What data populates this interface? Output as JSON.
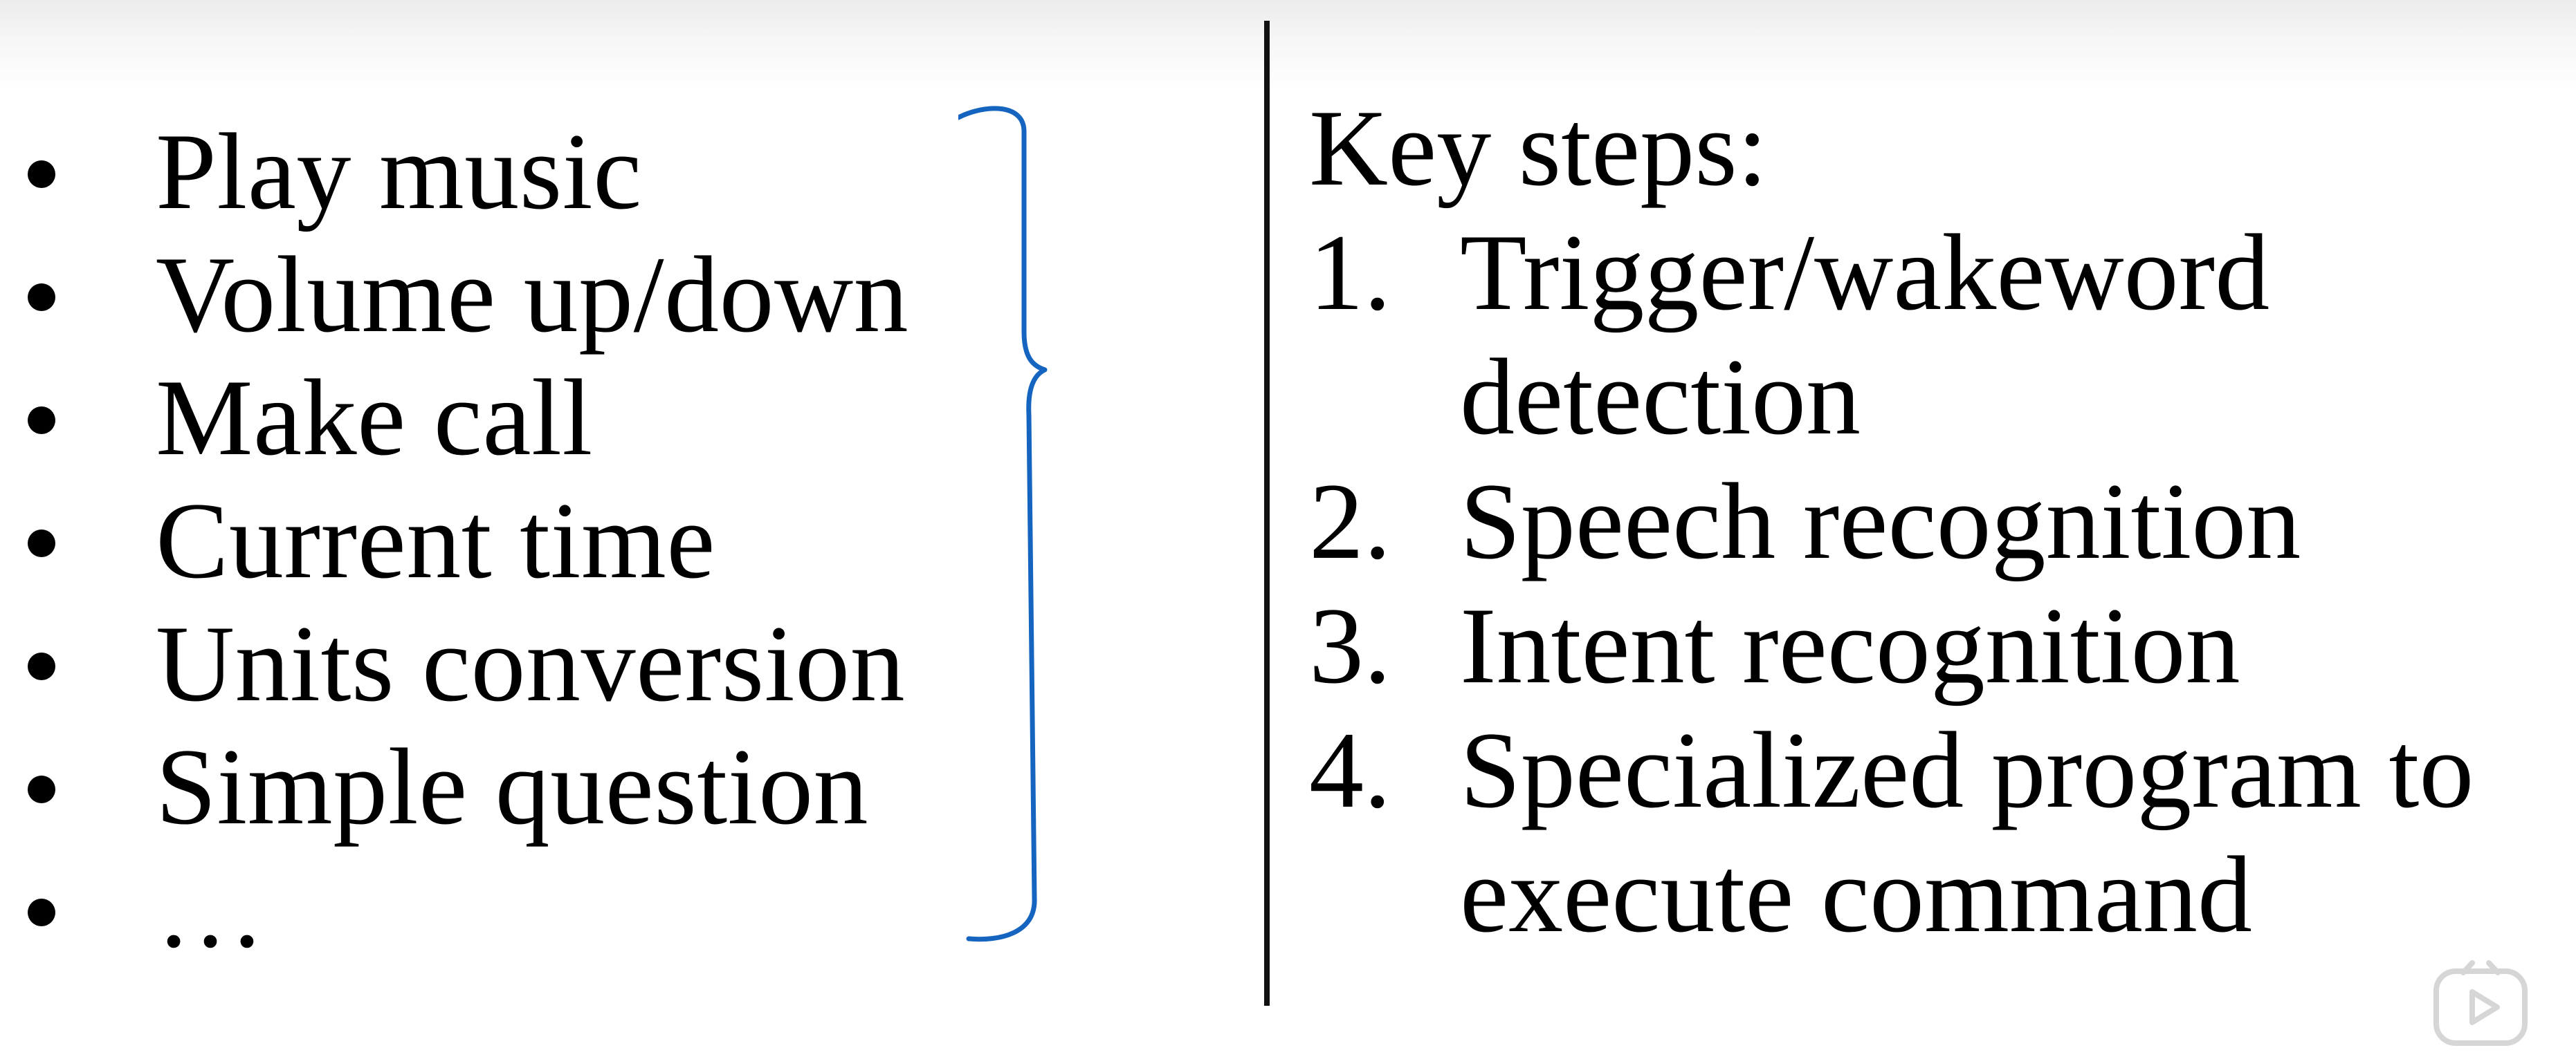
{
  "left_list": {
    "items": [
      {
        "label": "Play music"
      },
      {
        "label": "Volume up/down"
      },
      {
        "label": "Make call"
      },
      {
        "label": "Current time"
      },
      {
        "label": "Units conversion"
      },
      {
        "label": "Simple question"
      },
      {
        "label": "…"
      }
    ]
  },
  "right_panel": {
    "heading": "Key steps:",
    "steps": [
      {
        "number": "1.",
        "text": "Trigger/wakeword detection"
      },
      {
        "number": "2.",
        "text": "Speech recognition"
      },
      {
        "number": "3.",
        "text": "Intent recognition"
      },
      {
        "number": "4.",
        "text": "Specialized program to execute command"
      }
    ]
  },
  "annotation": {
    "brace_color": "#1565c0"
  },
  "watermark": {
    "icon": "play-logo-icon"
  }
}
